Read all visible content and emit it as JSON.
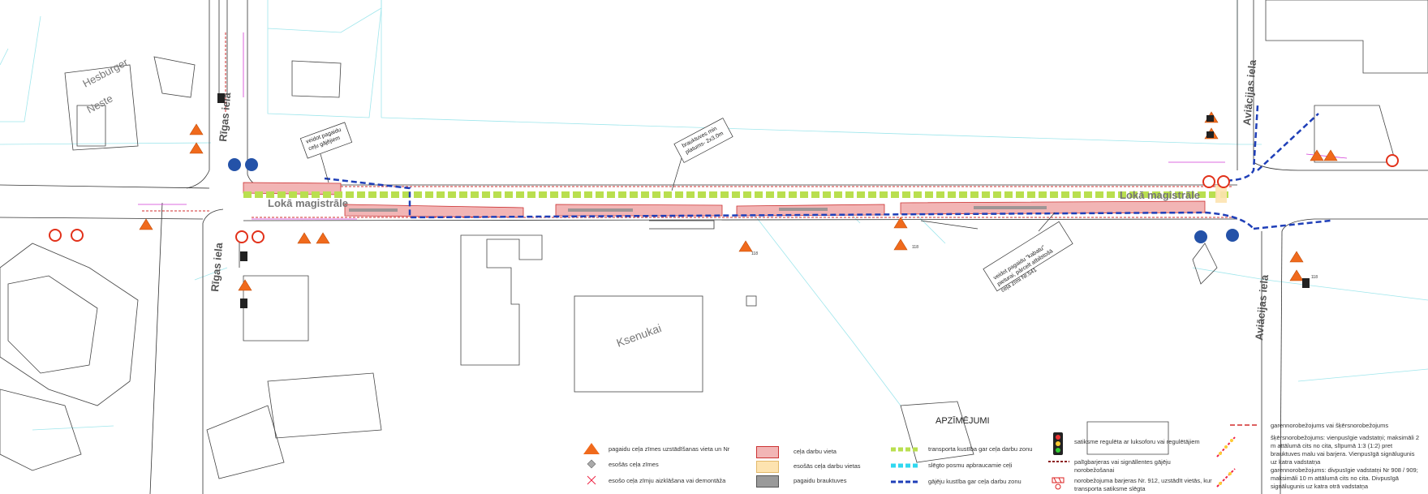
{
  "map": {
    "street_labels": {
      "rigas_top": "Rīgas iela",
      "rigas_bottom": "Rīgas iela",
      "aviacijas_top": "Aviācijas iela",
      "aviacijas_bottom": "Aviācijas iela",
      "loka_left": "Lokā magistrāle",
      "loka_right": "Lokā magistrāle"
    },
    "place_labels": {
      "hesburger": "Hesburger",
      "neste": "Neste",
      "ksenukai": "Ksenukai"
    },
    "callouts": {
      "left": [
        "veidot pagaidu",
        "ceļu gājējiem"
      ],
      "middle": [
        "brauktuves min",
        "platums- 2x3.0m"
      ],
      "right": [
        "veidot pagaidu \"kabatu\"",
        "pieturai, pārcelt atbilstošā",
        "ceļa zīmi Nr.541"
      ]
    },
    "sign_numbers": {
      "n118": "118"
    }
  },
  "legend": {
    "title": "APZĪMĒJUMI",
    "items": [
      {
        "key": "temp-sign",
        "text": "pagaidu ceļa zīmes uzstādīšanas vieta un Nr"
      },
      {
        "key": "existing-sign",
        "text": "esošās ceļa zīmes"
      },
      {
        "key": "covered-sign",
        "text": "esošo ceļa zīmju aizklāšana vai demontāža"
      },
      {
        "key": "work-area",
        "text": "ceļa darbu vieta"
      },
      {
        "key": "existing-work",
        "text": "esošās ceļa darbu vietas"
      },
      {
        "key": "temp-lane",
        "text": "pagaidu brauktuves"
      },
      {
        "key": "traffic-flow",
        "text": "transporta kustība gar ceļa darbu zonu"
      },
      {
        "key": "closed-access",
        "text": "slēgto posmu apbraucamie ceļi"
      },
      {
        "key": "pedestrian",
        "text": "gājēju kustība gar ceļa darbu zonu"
      },
      {
        "key": "traffic-light",
        "text": "satiksme regulēta ar luksoforu vai regulētājiem"
      },
      {
        "key": "aux-barrier",
        "text": "palīgbarjeras vai signāllentes gājēju norobežošanai"
      },
      {
        "key": "barrier-912",
        "text": "norobežojuma barjeras Nr. 912, uzstādīt vietās, kur transporta satiksme slēgta"
      },
      {
        "key": "long-barrier",
        "text": "garennorobežojums vai šķērsnorobežojums"
      },
      {
        "key": "cross-barrier",
        "text": "šķērsnorobežojums: vienpusīgie vadstatņi; maksimāli 2 m attālumā cits no cita, slīpumā 1:3 (1:2) pret brauktuves malu vai barjera. Vienpusīgā signālugunis uz katra vadstatņa"
      },
      {
        "key": "long-barrier-2",
        "text": "garennorobežojums: divpusīgie vadstatņi Nr 908 / 909; maksimāli 10 m attālumā cits no cita. Divpusīgā signālugunis uz katra otrā vadstatņa"
      }
    ]
  },
  "colors": {
    "work_area": "#f2b5b5",
    "existing_work": "#fde3b0",
    "temp_lane": "#9a9a9a",
    "traffic_flow": "#b9df4f",
    "closed_access": "#2fd8f0",
    "pedestrian": "#1f3fb8",
    "barrier_red": "#d22c2c",
    "sign_orange": "#f06a1c",
    "sign_blue": "#2452a8",
    "cyan_lines": "#8fe3ea",
    "magenta": "#d33ad6"
  }
}
